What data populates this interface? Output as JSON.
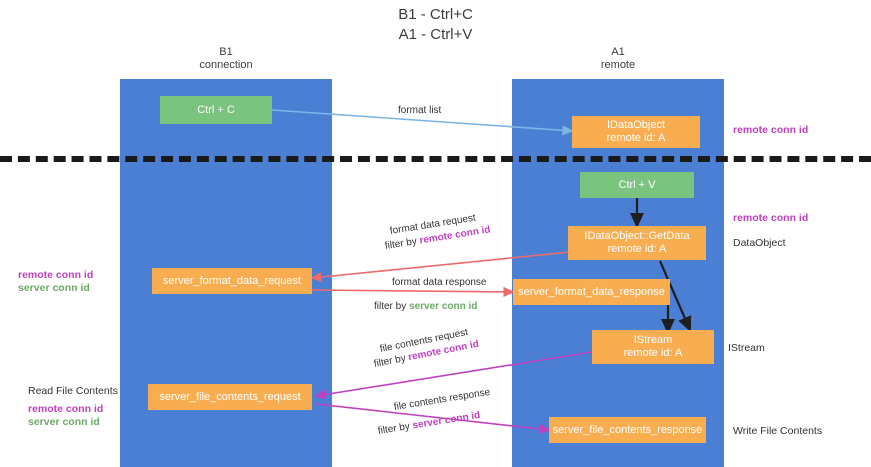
{
  "title": {
    "line1": "B1 - Ctrl+C",
    "line2": "A1 - Ctrl+V"
  },
  "lanes": [
    {
      "id": "b1",
      "name": "B1",
      "sub": "connection",
      "color": "#4a7fd4"
    },
    {
      "id": "a1",
      "name": "A1",
      "sub": "remote",
      "color": "#4a7fd4"
    }
  ],
  "colors": {
    "lane": "#4a7fd4",
    "green_node": "#7bc47f",
    "orange_node": "#f9ad51",
    "magenta": "#c040c0",
    "green_text": "#6aaa64",
    "arrow_blue": "#7ab6e8",
    "arrow_red": "#ef6a6a",
    "arrow_dark": "#1f1f1f",
    "arrow_magenta": "#c040c0",
    "divider": "#1a1a1a"
  },
  "nodes": {
    "ctrl_c": "Ctrl + C",
    "ctrl_v": "Ctrl + V",
    "idataobject": "IDataObject\nremote id: A",
    "idataobject_line1": "IDataObject",
    "idataobject_line2": "remote id: A",
    "getdata_line1": "IDataObject::GetData",
    "getdata_line2": "remote id: A",
    "istream_line1": "IStream",
    "istream_line2": "remote id: A",
    "server_format_data_request": "server_format_data_request",
    "server_format_data_response": "server_format_data_response",
    "server_file_contents_request": "server_file_contents_request",
    "server_file_contents_response": "server_file_contents_response"
  },
  "flows": {
    "format_list": "format list",
    "format_data_request": "format data request",
    "format_data_request_filter_prefix": "filter by ",
    "format_data_request_filter_key": "remote conn id",
    "format_data_response": "format data response",
    "format_data_response_filter_prefix": "filter by ",
    "format_data_response_filter_key": "server conn id",
    "file_contents_request": "file contents request",
    "file_contents_request_filter_prefix": "filter by ",
    "file_contents_request_filter_key": "remote conn id",
    "file_contents_response": "file contents response",
    "file_contents_response_filter_prefix": "filter by ",
    "file_contents_response_filter_key": "server conn id"
  },
  "annotations": {
    "right_remote_conn_id_top": "remote conn id",
    "right_remote_conn_id_mid": "remote conn id",
    "right_dataobject": "DataObject",
    "right_istream": "IStream",
    "right_write_file_contents": "Write File Contents",
    "left_remote_conn_id": "remote conn id",
    "left_server_conn_id": "server conn id",
    "left_read_file_contents": "Read File Contents",
    "left_file_remote_conn_id": "remote conn id",
    "left_file_server_conn_id": "server conn id"
  }
}
